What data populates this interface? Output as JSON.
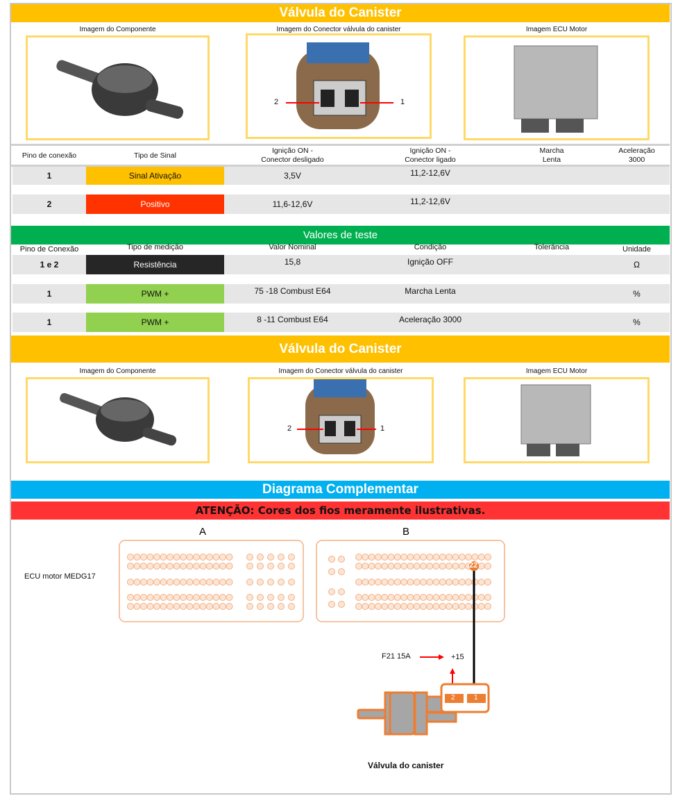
{
  "section1": {
    "title": "Válvula do Canister",
    "image_labels": [
      "Imagem do Componente",
      "Imagem do Conector válvula do canister",
      "Imagem ECU Motor"
    ],
    "connector_pins": [
      "2",
      "1"
    ]
  },
  "signal_table": {
    "headers": [
      "Pino de conexão",
      "Tipo de Sinal",
      "Ignição ON -\nConector desligado",
      "Ignição ON -\nConector ligado",
      "Marcha\nLenta",
      "Aceleração\n3000"
    ],
    "rows": [
      {
        "pin": "1",
        "type": "Sinal Ativação",
        "type_color": "#FFC000",
        "off": "3,5V",
        "on": "11,2-12,6V",
        "idle": "",
        "accel": ""
      },
      {
        "pin": "2",
        "type": "Positivo",
        "type_color": "#FF3300",
        "off": "11,6-12,6V",
        "on": "11,2-12,6V",
        "idle": "",
        "accel": ""
      }
    ]
  },
  "test_values": {
    "title": "Valores de teste",
    "headers": [
      "Pino de Conexão",
      "Tipo de medição",
      "Valor Nominal",
      "Condição",
      "Tolerância",
      "Unidade"
    ],
    "rows": [
      {
        "pin": "1 e 2",
        "type": "Resistência",
        "type_color": "#262626",
        "nominal": "15,8",
        "condition": "Ignição OFF",
        "tolerance": "",
        "unit": "Ω"
      },
      {
        "pin": "1",
        "type": "PWM +",
        "type_color": "#92D050",
        "nominal": "75 -18 Combust E64",
        "condition": "Marcha Lenta",
        "tolerance": "",
        "unit": "%"
      },
      {
        "pin": "1",
        "type": "PWM +",
        "type_color": "#92D050",
        "nominal": "8 -11 Combust E64",
        "condition": "Aceleração 3000",
        "tolerance": "",
        "unit": "%"
      }
    ]
  },
  "section2": {
    "title": "Válvula do Canister",
    "image_labels": [
      "Imagem do Componente",
      "Imagem do Conector válvula do canister",
      "Imagem ECU Motor"
    ],
    "connector_pins": [
      "2",
      "1"
    ]
  },
  "diagram": {
    "title": "Diagrama Complementar",
    "warning": "ATENÇÃO: Cores dos fios meramente ilustrativas.",
    "ecu_label": "ECU motor MEDG17",
    "connector_a": "A",
    "connector_b": "B",
    "highlight_pin": "22",
    "fuse": "F21 15A",
    "supply": "+15",
    "valve_pins": [
      "2",
      "1"
    ],
    "valve_label": "Válvula do canister"
  },
  "colors": {
    "yellow": "#FFC000",
    "green": "#00B050",
    "blue": "#00B0F0",
    "red": "#FF3333",
    "orange": "#ED7D31"
  }
}
